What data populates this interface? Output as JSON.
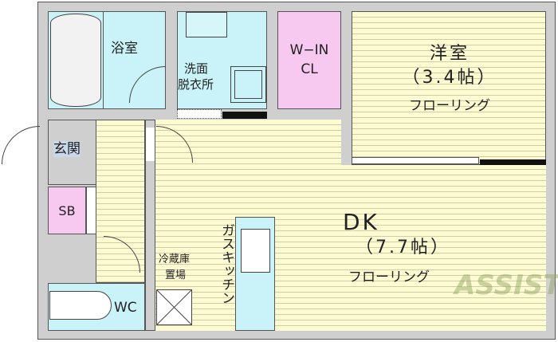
{
  "rooms": {
    "bath": "浴室",
    "washroom_1": "洗面",
    "washroom_2": "脱衣所",
    "walkin_1": "W−IN",
    "walkin_2": "CL",
    "western_title": "洋室",
    "western_size": "（3.4帖）",
    "western_floor": "フローリング",
    "entrance": "玄関",
    "shoebox": "SB",
    "wc": "WC",
    "fridge_1": "冷蔵庫",
    "fridge_2": "置場",
    "kitchen": "ガスキッチン",
    "dk_title": "DK",
    "dk_size": "（7.7帖）",
    "dk_floor": "フローリング"
  },
  "watermark": "ASSIST",
  "colors": {
    "wet": "#c9f3f8",
    "closet": "#f7c8f0",
    "floor": "#fcfbd2",
    "wall": "#cfcfcf",
    "tile": "#c8dcf6"
  }
}
